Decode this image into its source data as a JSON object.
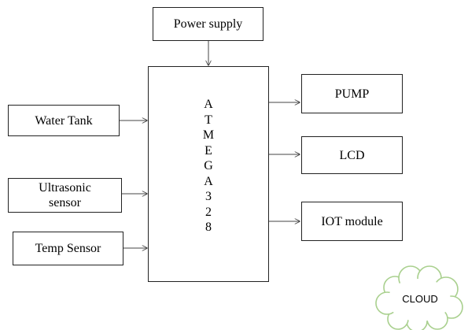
{
  "blocks": {
    "power_supply": "Power supply",
    "water_tank": "Water Tank",
    "ultrasonic_line1": "Ultrasonic",
    "ultrasonic_line2": "sensor",
    "temp_sensor": "Temp Sensor",
    "pump": "PUMP",
    "lcd": "LCD",
    "iot_module": "IOT module"
  },
  "microcontroller": {
    "letters": [
      "A",
      "T",
      "M",
      "E",
      "G",
      "A",
      "3",
      "2",
      "8"
    ]
  },
  "cloud": {
    "label": "CLOUD"
  }
}
